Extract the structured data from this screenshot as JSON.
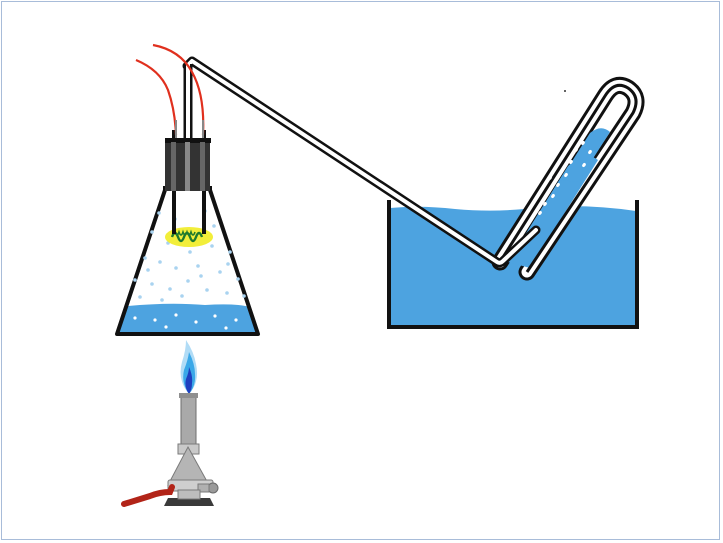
{
  "diagram": {
    "kind": "laboratory apparatus illustration",
    "components": [
      "erlenmeyer-flask",
      "rubber-stopper",
      "electrode-wires",
      "heating-coil",
      "flask-liquid",
      "bunsen-burner",
      "burner-flame",
      "gas-hose",
      "delivery-tube",
      "pneumatic-trough",
      "trough-water",
      "collection-test-tube",
      "gas-bubbles"
    ],
    "colors": {
      "water": "#4da3e0",
      "outline": "#111111",
      "wire": "#e0301e",
      "coil": "#1f7a2e",
      "coil_highlight": "#f2ee3a",
      "bubbles": "#a9d3f0",
      "burner_metal": "#a9a9a9",
      "flame_outer": "#3aa8e8",
      "flame_inner": "#1f3fbf",
      "hose": "#b22418",
      "border": "#a8bcd9"
    }
  }
}
